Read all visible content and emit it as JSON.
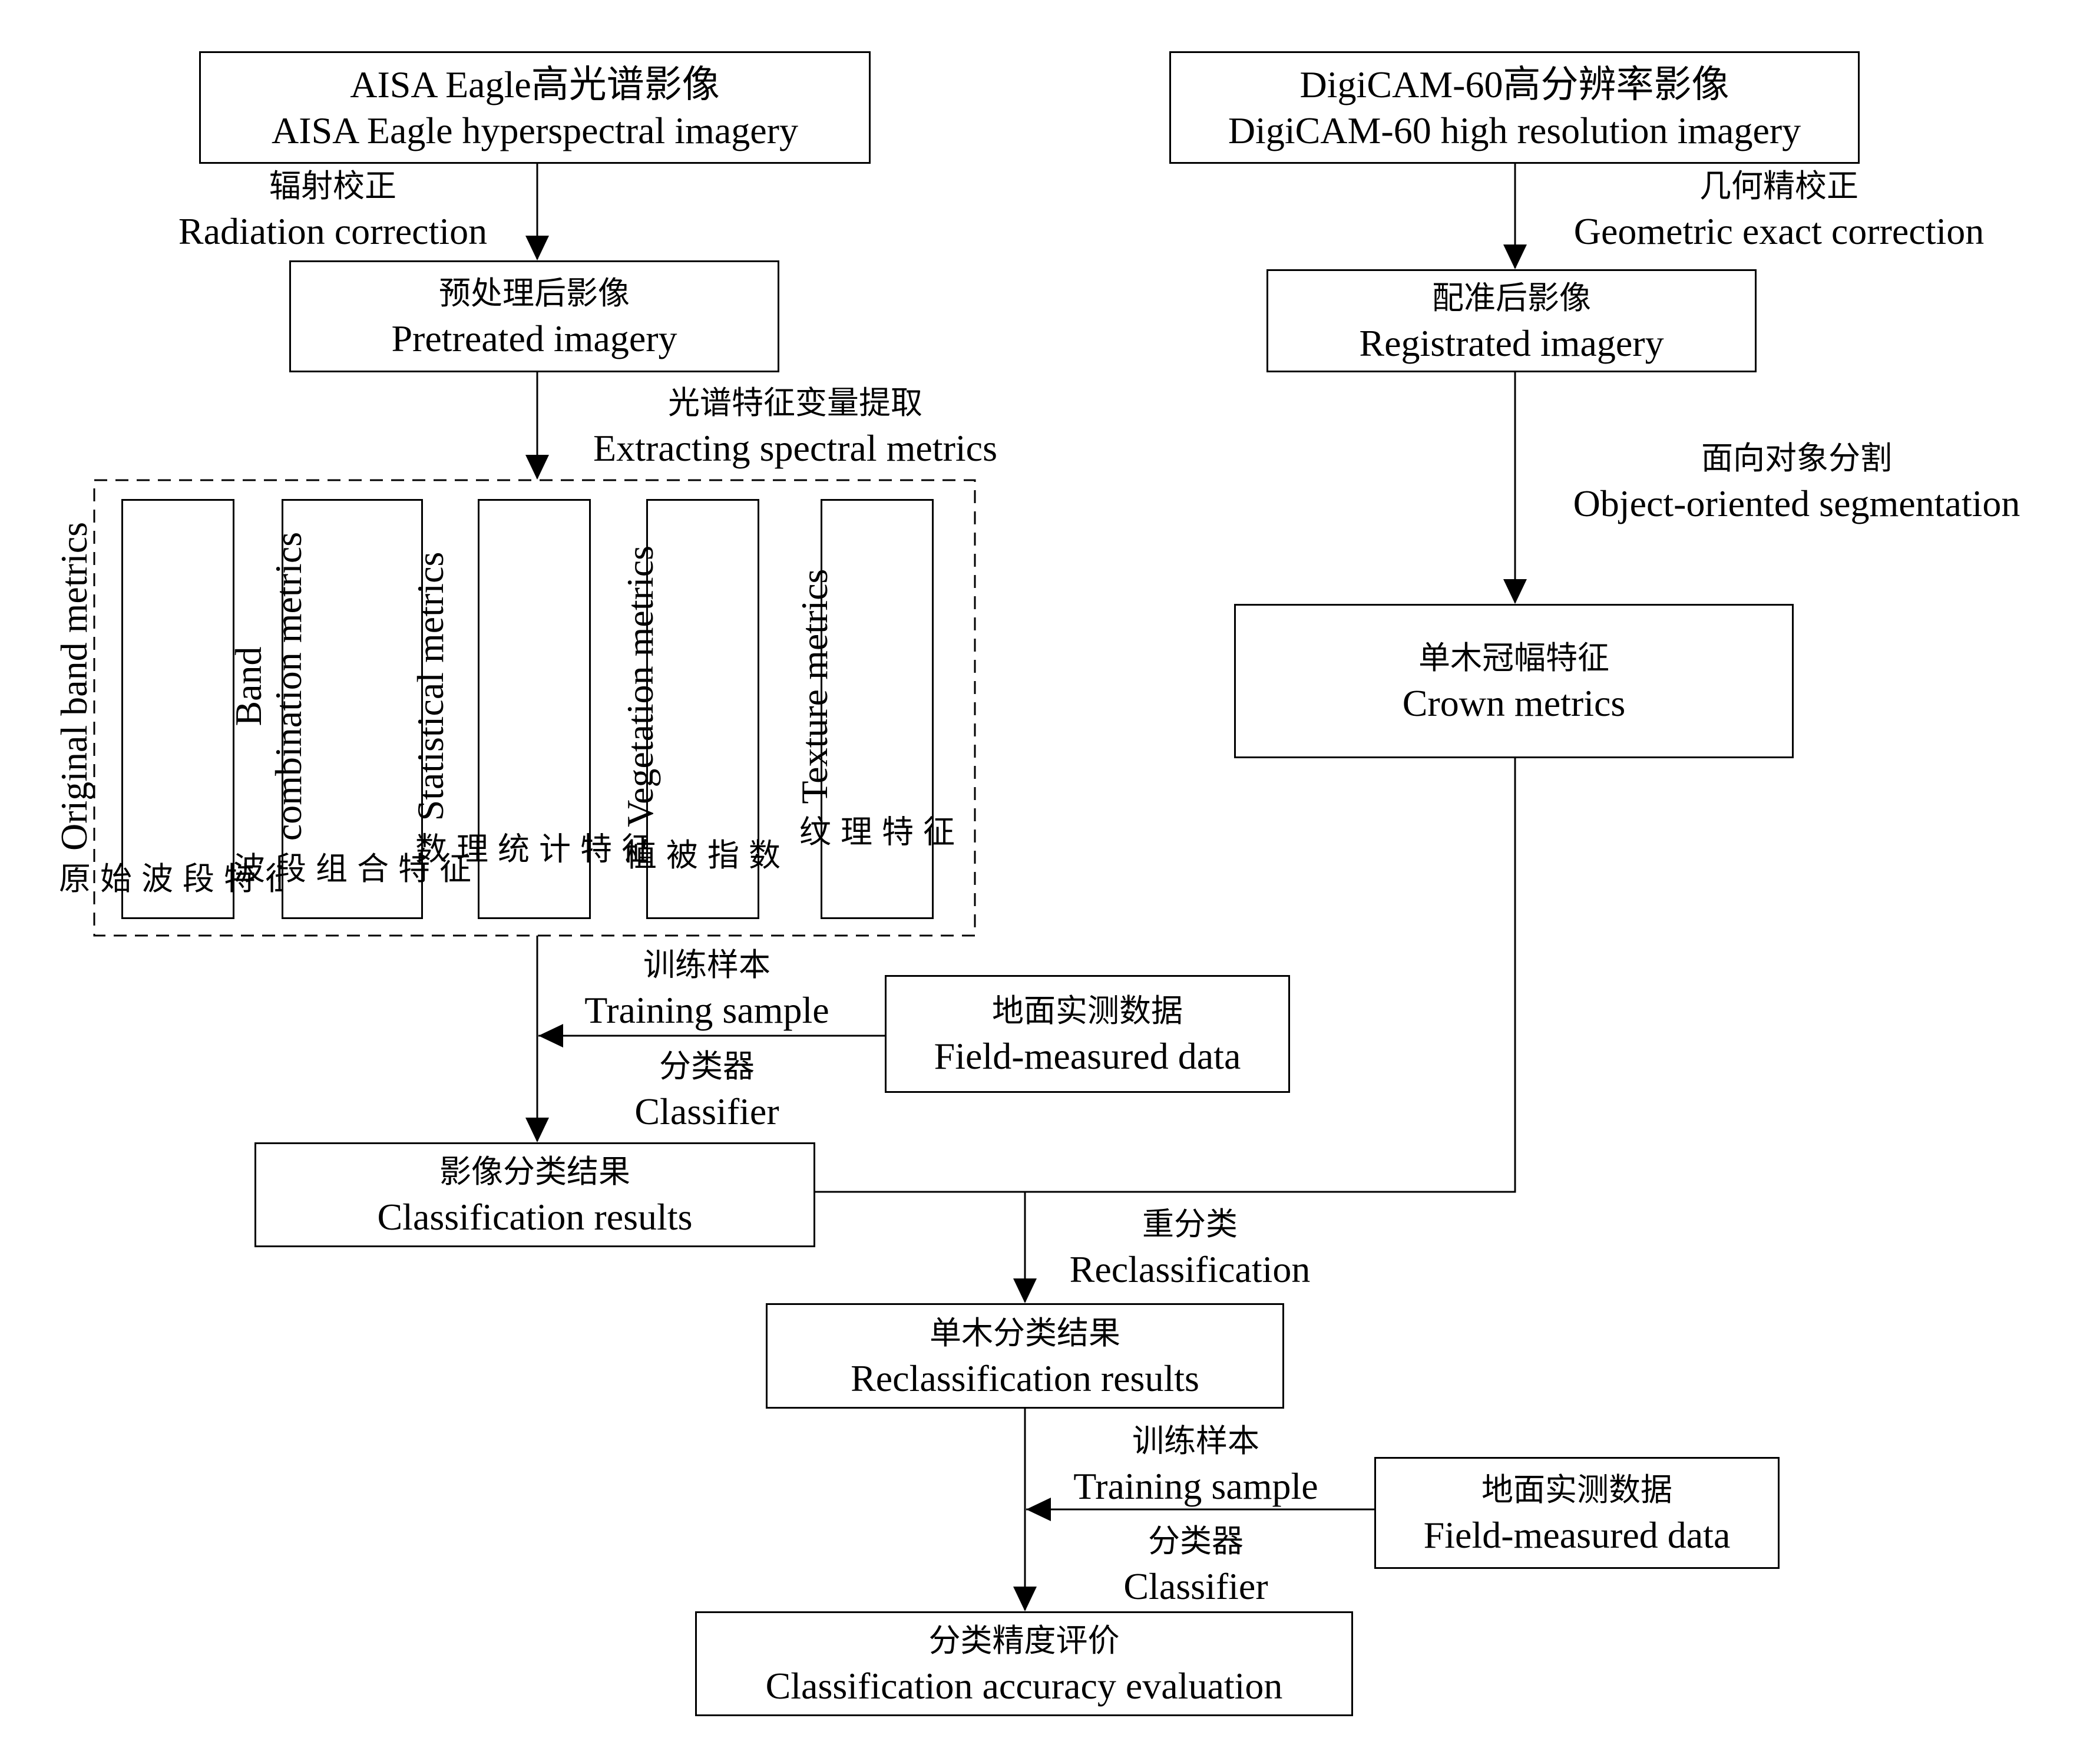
{
  "nodes": {
    "aisa": {
      "zh": "AISA Eagle高光谱影像",
      "en": "AISA Eagle hyperspectral imagery"
    },
    "pretreated": {
      "zh": "预处理后影像",
      "en": "Pretreated imagery"
    },
    "digicam": {
      "zh": "DigiCAM-60高分辨率影像",
      "en": "DigiCAM-60 high resolution imagery"
    },
    "registrated": {
      "zh": "配准后影像",
      "en": "Registrated imagery"
    },
    "crown": {
      "zh": "单木冠幅特征",
      "en": "Crown metrics"
    },
    "field1": {
      "zh": "地面实测数据",
      "en": "Field-measured data"
    },
    "classification": {
      "zh": "影像分类结果",
      "en": "Classification results"
    },
    "reclassification": {
      "zh": "单木分类结果",
      "en": "Reclassification results"
    },
    "field2": {
      "zh": "地面实测数据",
      "en": "Field-measured data"
    },
    "accuracy": {
      "zh": "分类精度评价",
      "en": "Classification accuracy evaluation"
    }
  },
  "metrics": [
    {
      "zh": [
        "原",
        "始",
        "波",
        "段",
        "特",
        "征"
      ],
      "en": [
        "Original band metrics"
      ]
    },
    {
      "zh": [
        "波",
        "段",
        "组",
        "合",
        "特",
        "征"
      ],
      "en": [
        "Band",
        "combination metrics"
      ]
    },
    {
      "zh": [
        "数",
        "理",
        "统",
        "计",
        "特",
        "征"
      ],
      "en": [
        "Statistical metrics"
      ]
    },
    {
      "zh": [
        "植",
        "被",
        "指",
        "数"
      ],
      "en": [
        "Vegetation metrics"
      ]
    },
    {
      "zh": [
        "纹",
        "理",
        "特",
        "征"
      ],
      "en": [
        "Texture metrics"
      ]
    }
  ],
  "edge_labels": {
    "radiation": {
      "zh": "辐射校正",
      "en": "Radiation correction"
    },
    "geometric": {
      "zh": "几何精校正",
      "en": "Geometric exact correction"
    },
    "spectral": {
      "zh": "光谱特征变量提取",
      "en": "Extracting spectral metrics"
    },
    "segmentation": {
      "zh": "面向对象分割",
      "en": "Object-oriented segmentation"
    },
    "training1": {
      "zh": "训练样本",
      "en": "Training sample"
    },
    "classifier1": {
      "zh": "分类器",
      "en": "Classifier"
    },
    "reclass": {
      "zh": "重分类",
      "en": "Reclassification"
    },
    "training2": {
      "zh": "训练样本",
      "en": "Training sample"
    },
    "classifier2": {
      "zh": "分类器",
      "en": "Classifier"
    }
  }
}
